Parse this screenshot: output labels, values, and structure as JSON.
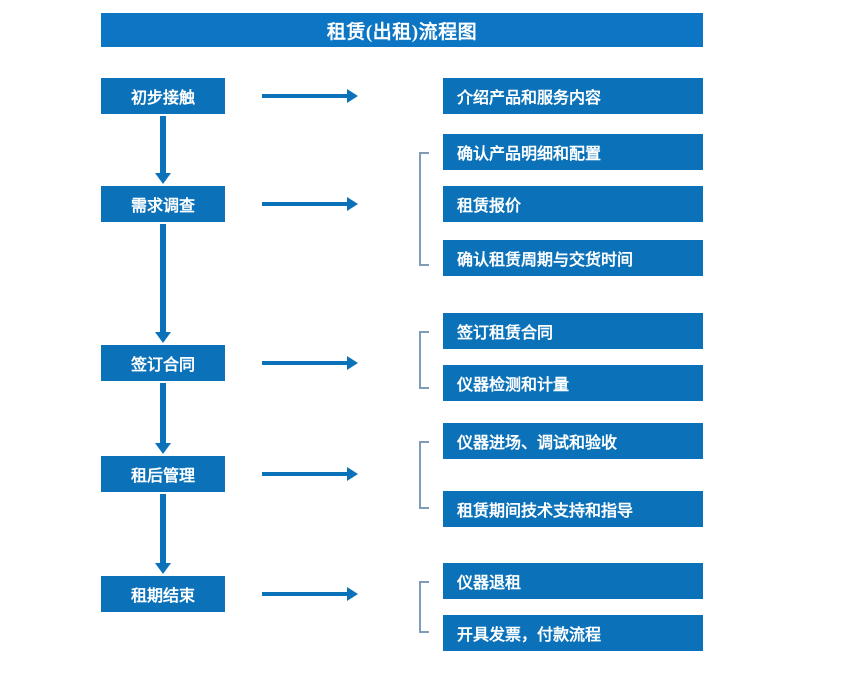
{
  "diagram": {
    "title": "租赁(出租)流程图",
    "colors": {
      "title_bar": "#0c76c4",
      "node": "#0b72ba",
      "arrow": "#0b72ba",
      "bracket": "#7f9bb5",
      "background": "#ffffff",
      "node_text": "#ffffff"
    },
    "stages": [
      {
        "label": "初步接触"
      },
      {
        "label": "需求调查"
      },
      {
        "label": "签订合同"
      },
      {
        "label": "租后管理"
      },
      {
        "label": "租期结束"
      }
    ],
    "details": [
      {
        "label": "介绍产品和服务内容"
      },
      {
        "label": "确认产品明细和配置"
      },
      {
        "label": "租赁报价"
      },
      {
        "label": "确认租赁周期与交货时间"
      },
      {
        "label": "签订租赁合同"
      },
      {
        "label": "仪器检测和计量"
      },
      {
        "label": "仪器进场、调试和验收"
      },
      {
        "label": "租赁期间技术支持和指导"
      },
      {
        "label": "仪器退租"
      },
      {
        "label": "开具发票，付款流程"
      }
    ],
    "arrows": {
      "down_icon": "arrow-down-icon",
      "right_icon": "arrow-right-icon",
      "bracket_icon": "group-bracket-icon"
    }
  }
}
